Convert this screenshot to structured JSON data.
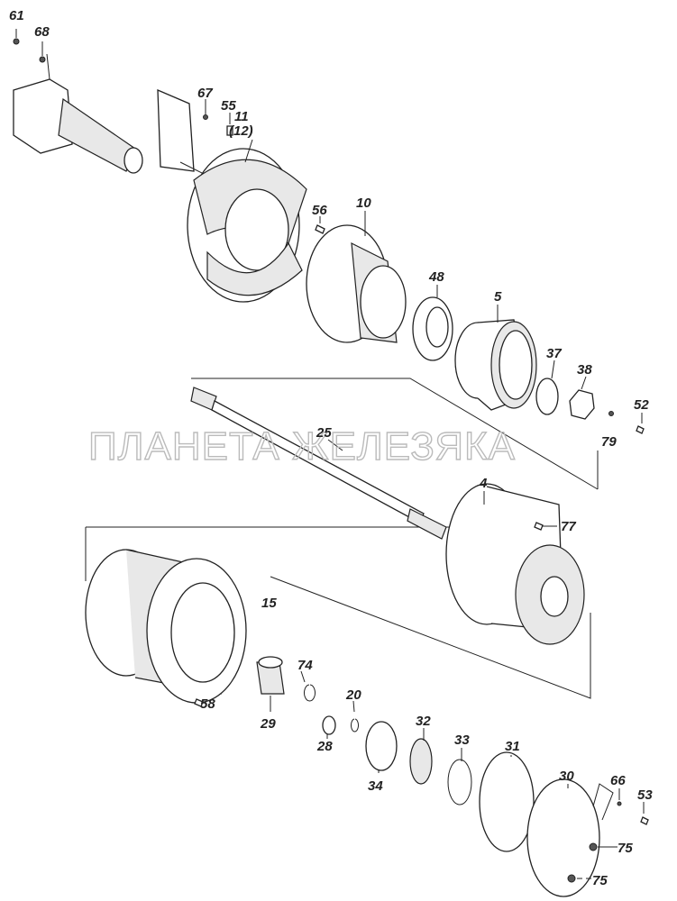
{
  "watermark": "ПЛАНЕТА ЖЕЛЕЗЯКА",
  "callouts": {
    "p61": "61",
    "p68": "68",
    "p67": "67",
    "p55": "55",
    "p11": "11",
    "p12": "(12)",
    "p56": "56",
    "p10": "10",
    "p48": "48",
    "p5": "5",
    "p37": "37",
    "p38": "38",
    "p52": "52",
    "p79": "79",
    "p25": "25",
    "p4": "4",
    "p77": "77",
    "p15": "15",
    "p74": "74",
    "p20": "20",
    "p29": "29",
    "p58": "58",
    "p28": "28",
    "p32": "32",
    "p33": "33",
    "p31": "31",
    "p34": "34",
    "p30": "30",
    "p66": "66",
    "p53": "53",
    "p75a": "75",
    "p75b": "75"
  }
}
